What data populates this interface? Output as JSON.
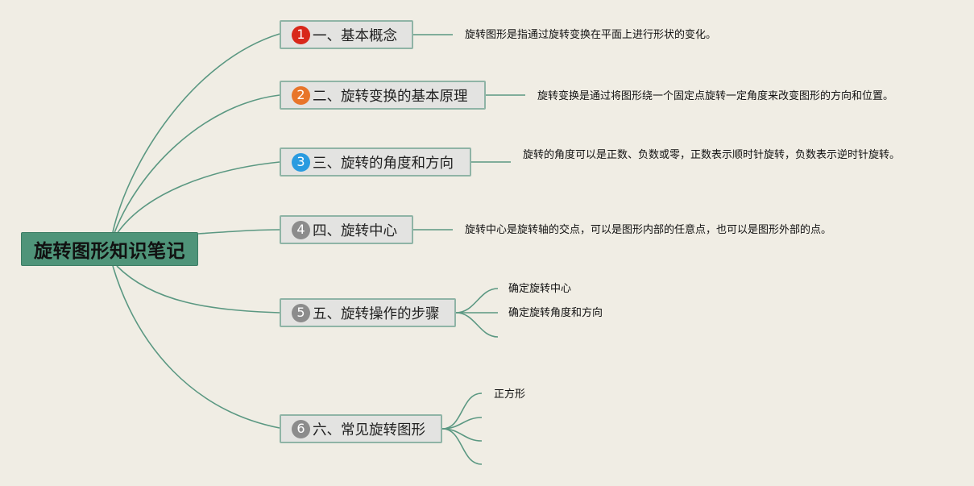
{
  "root": {
    "title": "旋转图形知识笔记"
  },
  "branches": [
    {
      "number": "1",
      "color": "#d8281a",
      "label": "一、基本概念",
      "desc": "旋转图形是指通过旋转变换在平面上进行形状的变化。"
    },
    {
      "number": "2",
      "color": "#e8752a",
      "label": "二、旋转变换的基本原理",
      "desc": "旋转变换是通过将图形绕一个固定点旋转一定角度来改变图形的方向和位置。"
    },
    {
      "number": "3",
      "color": "#2a9be0",
      "label": "三、旋转的角度和方向",
      "desc": "旋转的角度可以是正数、负数或零，正数表示顺时针旋转，负数表示逆时针旋转。"
    },
    {
      "number": "4",
      "color": "#8c8c8c",
      "label": "四、旋转中心",
      "desc": "旋转中心是旋转轴的交点，可以是图形内部的任意点，也可以是图形外部的点。"
    },
    {
      "number": "5",
      "color": "#8c8c8c",
      "label": "五、旋转操作的步骤",
      "items": [
        "确定旋转中心",
        "确定旋转角度和方向"
      ]
    },
    {
      "number": "6",
      "color": "#8c8c8c",
      "label": "六、常见旋转图形",
      "items": [
        "正方形"
      ]
    }
  ]
}
